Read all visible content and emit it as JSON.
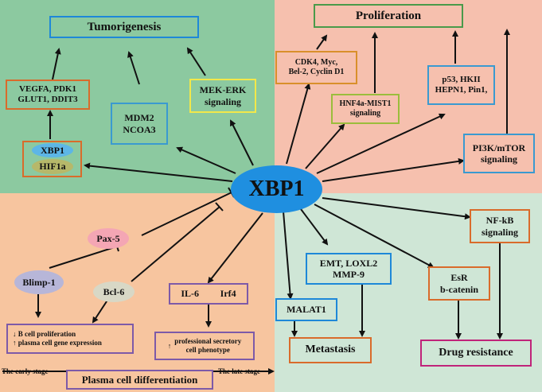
{
  "center": "XBP1",
  "tumorigenesis": {
    "title": "Tumorigenesis",
    "genes_left": "VEGFA, PDK1\nGLUT1, DDIT3",
    "mdm2": "MDM2\nNCOA3",
    "mek_erk": "MEK-ERK\nsignaling",
    "xbp1_small": "XBP1",
    "hif1a": "HIF1a"
  },
  "proliferation": {
    "title": "Proliferation",
    "cdk4": "CDK4, Myc,\nBel-2, Cyclin D1",
    "hnf4a": "HNF4a-MIST1\nsignaling",
    "p53": "p53, HKII\nHEPN1, Pin1,",
    "pi3k": "PI3K/mTOR\nsignaling"
  },
  "plasma": {
    "title": "Plasma cell differentiation",
    "pax5": "Pax-5",
    "blimp1": "Blimp-1",
    "bcl6": "Bcl-6",
    "il6": "IL-6",
    "irf4": "Irf4",
    "b_prolif": "B cell proliferation",
    "plasma_expr": "plasma cell gene expression",
    "secretory": "professional secretory\ncell phenotype",
    "early": "The early stage",
    "late": "The late stage"
  },
  "metastasis": {
    "title": "Metastasis",
    "emt": "EMT, LOXL2\nMMP-9",
    "malat1": "MALAT1"
  },
  "drug": {
    "title": "Drug resistance",
    "nfkb": "NF-kB\nsignaling",
    "esr": "EsR\nb-catenin"
  },
  "colors": {
    "tl_bg": "#8cc9a0",
    "tr_bg": "#f6c0ae",
    "bl_bg": "#f7c59f",
    "br_bg": "#cfe6d6",
    "center_fill": "#1f8fe0"
  }
}
